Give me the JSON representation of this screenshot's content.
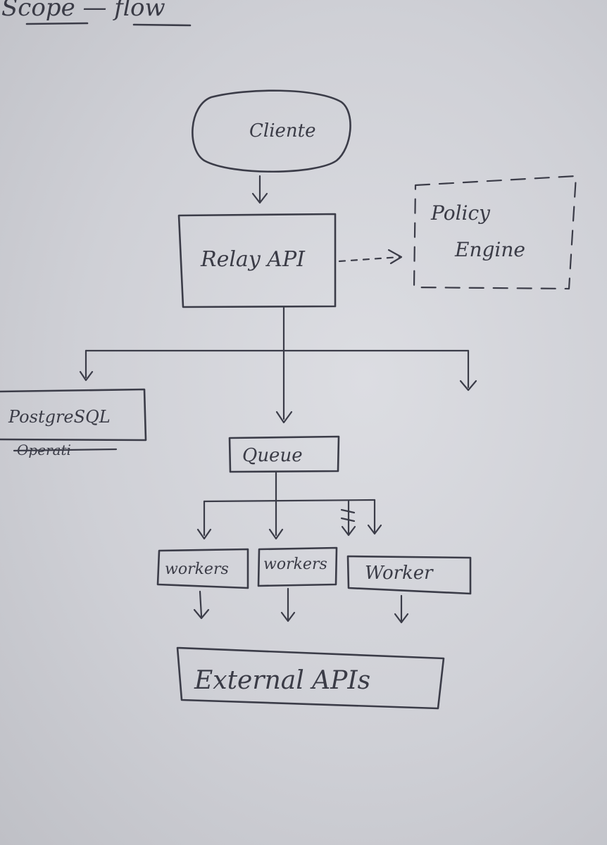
{
  "title": "Scope — flow",
  "nodes": {
    "client": "Cliente",
    "relay_api": "Relay API",
    "policy_engine_line1": "Policy",
    "policy_engine_line2": "Engine",
    "postgresql": "PostgreSQL",
    "postgresql_strikethrough": "Operati",
    "queue": "Queue",
    "workers_1": "workers",
    "workers_2": "workers",
    "worker_3": "Worker",
    "external_apis": "External APIs"
  },
  "colors": {
    "paper": "#d6d7dc",
    "ink": "#3b3c48"
  }
}
